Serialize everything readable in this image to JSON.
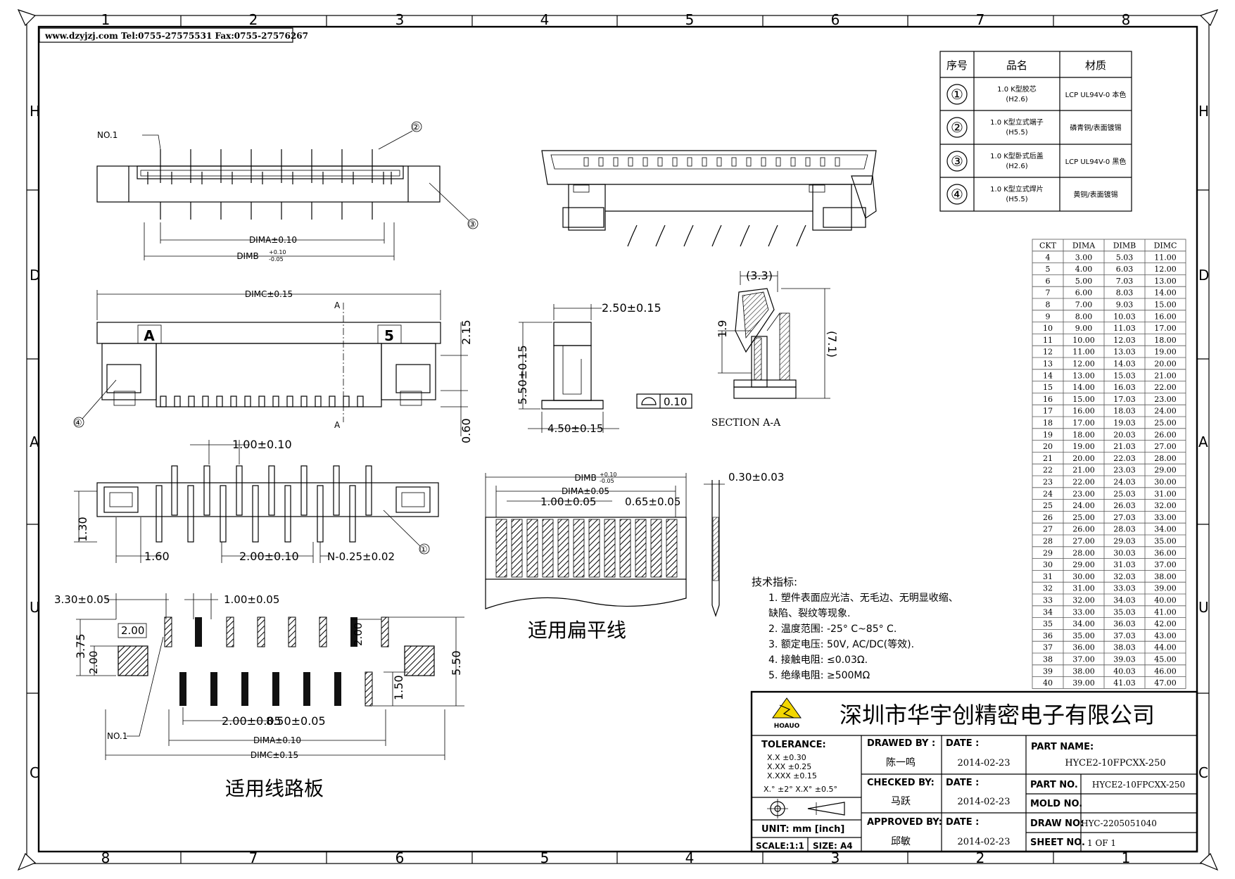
{
  "border": {
    "cols_top": [
      "1",
      "2",
      "3",
      "4",
      "5",
      "6",
      "7",
      "8"
    ],
    "cols_bottom": [
      "8",
      "7",
      "6",
      "5",
      "4",
      "3",
      "2",
      "1"
    ],
    "rows_left": [
      "H",
      "D",
      "A",
      "U",
      "C"
    ],
    "rows_right": [
      "H",
      "D",
      "A",
      "U",
      "C"
    ]
  },
  "header_note": "www.dzyjzj.com  Tel:0755-27575531  Fax:0755-27576267",
  "bom": {
    "headers": [
      "序号",
      "品名",
      "材质"
    ],
    "rows": [
      {
        "no": "①",
        "name": "1.0 K型胶芯\n(H2.6)",
        "material": "LCP UL94V-0 本色"
      },
      {
        "no": "②",
        "name": "1.0 K型立式端子\n(H5.5)",
        "material": "磷青铜/表面镀锡"
      },
      {
        "no": "③",
        "name": "1.0 K型卧式后盖\n(H2.6)",
        "material": "LCP UL94V-0 黑色"
      },
      {
        "no": "④",
        "name": "1.0 K型立式焊片\n(H5.5)",
        "material": "黄铜/表面镀锡"
      }
    ]
  },
  "dim_table": {
    "headers": [
      "CKT",
      "DIMA",
      "DIMB",
      "DIMC"
    ],
    "rows": [
      [
        "4",
        "3.00",
        "5.03",
        "11.00"
      ],
      [
        "5",
        "4.00",
        "6.03",
        "12.00"
      ],
      [
        "6",
        "5.00",
        "7.03",
        "13.00"
      ],
      [
        "7",
        "6.00",
        "8.03",
        "14.00"
      ],
      [
        "8",
        "7.00",
        "9.03",
        "15.00"
      ],
      [
        "9",
        "8.00",
        "10.03",
        "16.00"
      ],
      [
        "10",
        "9.00",
        "11.03",
        "17.00"
      ],
      [
        "11",
        "10.00",
        "12.03",
        "18.00"
      ],
      [
        "12",
        "11.00",
        "13.03",
        "19.00"
      ],
      [
        "13",
        "12.00",
        "14.03",
        "20.00"
      ],
      [
        "14",
        "13.00",
        "15.03",
        "21.00"
      ],
      [
        "15",
        "14.00",
        "16.03",
        "22.00"
      ],
      [
        "16",
        "15.00",
        "17.03",
        "23.00"
      ],
      [
        "17",
        "16.00",
        "18.03",
        "24.00"
      ],
      [
        "18",
        "17.00",
        "19.03",
        "25.00"
      ],
      [
        "19",
        "18.00",
        "20.03",
        "26.00"
      ],
      [
        "20",
        "19.00",
        "21.03",
        "27.00"
      ],
      [
        "21",
        "20.00",
        "22.03",
        "28.00"
      ],
      [
        "22",
        "21.00",
        "23.03",
        "29.00"
      ],
      [
        "23",
        "22.00",
        "24.03",
        "30.00"
      ],
      [
        "24",
        "23.00",
        "25.03",
        "31.00"
      ],
      [
        "25",
        "24.00",
        "26.03",
        "32.00"
      ],
      [
        "26",
        "25.00",
        "27.03",
        "33.00"
      ],
      [
        "27",
        "26.00",
        "28.03",
        "34.00"
      ],
      [
        "28",
        "27.00",
        "29.03",
        "35.00"
      ],
      [
        "29",
        "28.00",
        "30.03",
        "36.00"
      ],
      [
        "30",
        "29.00",
        "31.03",
        "37.00"
      ],
      [
        "31",
        "30.00",
        "32.03",
        "38.00"
      ],
      [
        "32",
        "31.00",
        "33.03",
        "39.00"
      ],
      [
        "33",
        "32.00",
        "34.03",
        "40.00"
      ],
      [
        "34",
        "33.00",
        "35.03",
        "41.00"
      ],
      [
        "35",
        "34.00",
        "36.03",
        "42.00"
      ],
      [
        "36",
        "35.00",
        "37.03",
        "43.00"
      ],
      [
        "37",
        "36.00",
        "38.03",
        "44.00"
      ],
      [
        "38",
        "37.00",
        "39.03",
        "45.00"
      ],
      [
        "39",
        "38.00",
        "40.03",
        "46.00"
      ],
      [
        "40",
        "39.00",
        "41.03",
        "47.00"
      ]
    ]
  },
  "labels": {
    "no1": "NO.1",
    "call1": "①",
    "call2": "②",
    "call3": "③",
    "call4": "④",
    "dima_010": "DIMA±0.10",
    "dimb_top": "DIMB",
    "dimb_tol_up": "+0.10",
    "dimb_tol_dn": "-0.05",
    "dimc_015": "DIMC±0.15",
    "sec_a": "A",
    "d_215": "2.15",
    "d_060": "0.60",
    "d_250": "2.50±0.15",
    "d_550_015": "5.50±0.15",
    "d_450": "4.50±0.15",
    "flat_010": "0.10",
    "d_33": "(3.3)",
    "d_19": "1.9",
    "d_71": "(7.1)",
    "section": "SECTION A-A",
    "d_100_010": "1.00±0.10",
    "d_130": "1.30",
    "d_160": "1.60",
    "d_200_010": "2.00±0.10",
    "d_n025": "N-0.25±0.02",
    "fpc_dima": "DIMA±0.05",
    "fpc_100": "1.00±0.05",
    "fpc_065": "0.65±0.05",
    "fpc_030": "0.30±0.03",
    "fpc_title": "适用扁平线",
    "pcb_330": "3.30±0.05",
    "pcb_100": "1.00±0.05",
    "pcb_200": "2.00",
    "pcb_375": "3.75",
    "pcb_200b": "2.00",
    "pcb_200c": "2.00",
    "pcb_550": "5.50",
    "pcb_150": "1.50",
    "pcb_200_005": "2.00±0.05",
    "pcb_850": "8.50±0.05",
    "pcb_dima": "DIMA±0.10",
    "pcb_dimc": "DIMC±0.15",
    "pcb_title": "适用线路板"
  },
  "specs": {
    "title": "技术指标:",
    "items": [
      "1. 塑件表面应光洁、无毛边、无明显收缩、",
      "   缺陷、裂纹等现象.",
      "2. 温度范围: -25° C~85° C.",
      "3. 额定电压: 50V, AC/DC(等效).",
      "4. 接触电阻: ≤0.03Ω.",
      "5. 绝缘电阻: ≥500MΩ"
    ]
  },
  "title_block": {
    "company": "深圳市华宇创精密电子有限公司",
    "logo_text": "HOAUO",
    "tolerance_label": "TOLERANCE:",
    "tol_lines": [
      "X.X    ±0.30",
      "X.XX   ±0.25",
      "X.XXX  ±0.15"
    ],
    "angle_tol": "X.° ±2°    X.X° ±0.5°",
    "unit": "UNIT:  mm  [inch]",
    "scale": "SCALE:1:1",
    "size": "SIZE:  A4",
    "drawn_by_label": "DRAWED BY :",
    "drawn_by": "陈一鸣",
    "checked_by_label": "CHECKED BY:",
    "checked_by": "马跃",
    "approved_by_label": "APPROVED BY:",
    "approved_by": "邱敏",
    "date_label": "DATE :",
    "date1": "2014-02-23",
    "date2": "2014-02-23",
    "date3": "2014-02-23",
    "part_name_label": "PART NAME:",
    "part_name": "HYCE2-10FPCXX-250",
    "part_no_label": "PART NO.",
    "part_no": "HYCE2-10FPCXX-250",
    "mold_no_label": "MOLD NO.",
    "mold_no": "",
    "draw_no_label": "DRAW NO:",
    "draw_no": "HYC-2205051040",
    "sheet_no_label": "SHEET NO.",
    "sheet_no": "1 OF 1"
  }
}
